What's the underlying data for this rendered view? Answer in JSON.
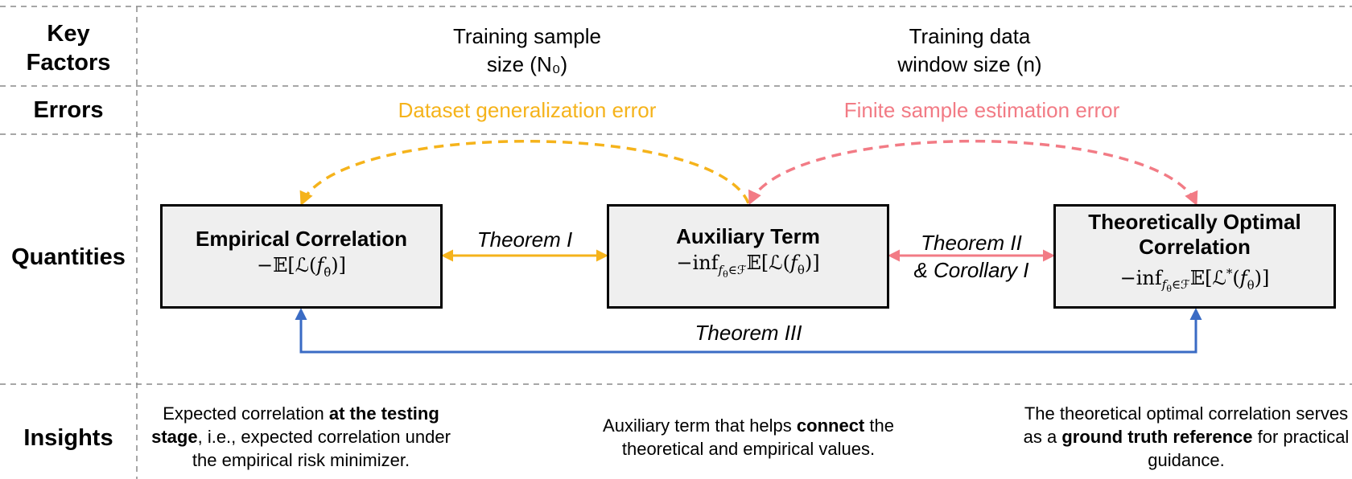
{
  "rows": {
    "key_factors": "Key\nFactors",
    "errors": "Errors",
    "quantities": "Quantities",
    "insights": "Insights"
  },
  "factors": {
    "sample_size": {
      "line1": "Training sample",
      "line2": "size (N₀)"
    },
    "window_size": {
      "line1": "Training data",
      "line2": "window size (n)"
    }
  },
  "errors": {
    "generalization": "Dataset generalization error",
    "estimation": "Finite sample estimation error"
  },
  "nodes": {
    "empirical": {
      "title": "Empirical Correlation",
      "formula": "−𝔼[ℒ(f_θ̂)]"
    },
    "auxiliary": {
      "title": "Auxiliary Term",
      "formula": "−inf_{fθ∈ℱ} 𝔼[ℒ(fθ)]"
    },
    "optimal": {
      "title": "Theoretically Optimal\nCorrelation",
      "formula": "−inf_{fθ∈ℱ} 𝔼[ℒ*(fθ)]"
    }
  },
  "edges": {
    "theorem1": "Theorem I",
    "theorem2_line1": "Theorem II",
    "theorem2_line2": "& Corollary I",
    "theorem3": "Theorem III"
  },
  "insights": {
    "empirical": {
      "pre": "Expected correlation ",
      "bold": "at the testing stage",
      "post": ", i.e., expected correlation under the empirical risk minimizer."
    },
    "auxiliary": {
      "pre": "Auxiliary term that helps ",
      "bold": "connect",
      "post": " the theoretical and empirical values."
    },
    "optimal": {
      "pre": "The theoretical optimal correlation serves as a ",
      "bold": "ground truth reference",
      "post": " for practical guidance."
    }
  },
  "colors": {
    "orange": "#F5B31B",
    "pink": "#F27B85",
    "blue": "#3A6BC4",
    "box_fill": "#efefef",
    "dash": "#8a8a8a"
  }
}
